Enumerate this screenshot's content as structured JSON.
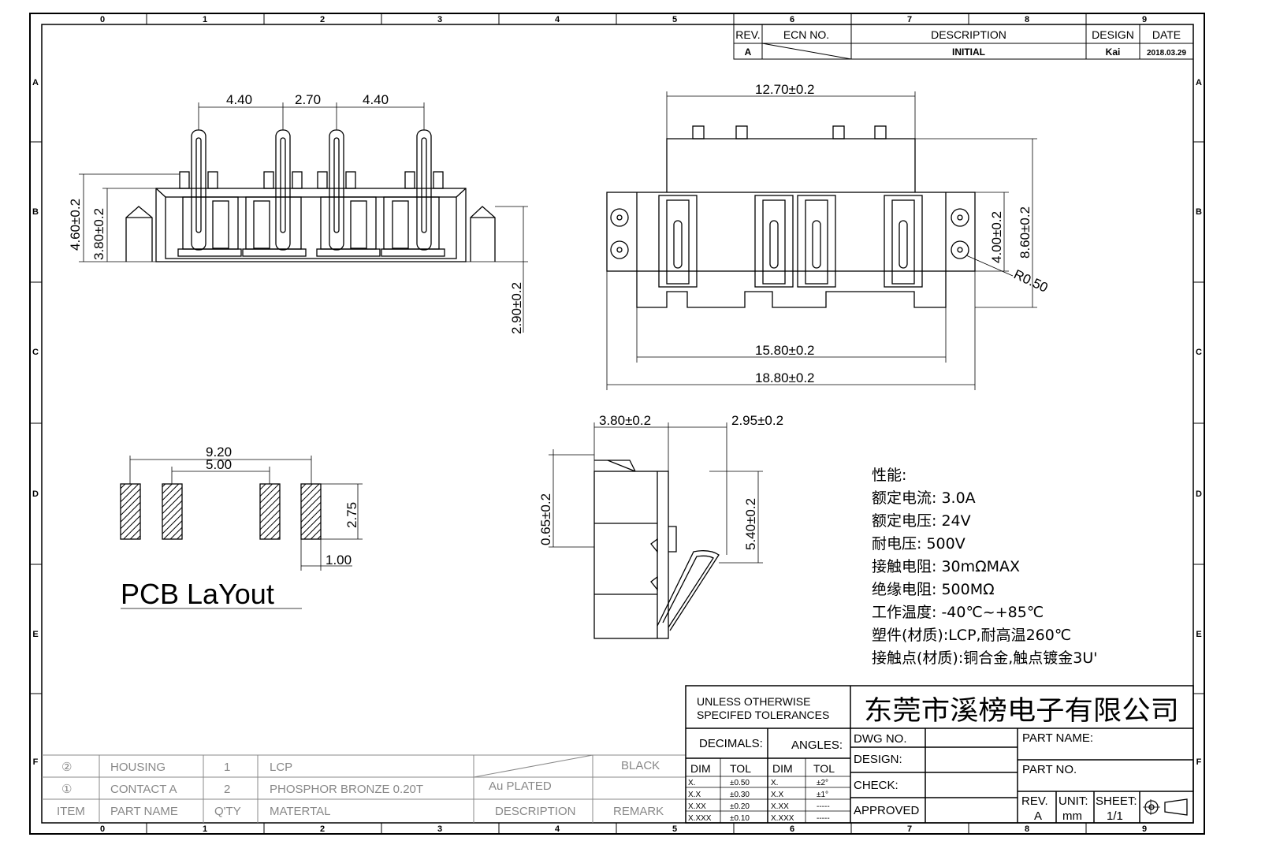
{
  "frame": {
    "top_zones": [
      "0",
      "1",
      "2",
      "3",
      "4",
      "5",
      "6",
      "7",
      "8",
      "9"
    ],
    "bottom_zones": [
      "0",
      "1",
      "2",
      "3",
      "4",
      "5",
      "6",
      "7",
      "8",
      "9"
    ],
    "side_zones": [
      "A",
      "B",
      "C",
      "D",
      "E",
      "F"
    ]
  },
  "revision_table": {
    "headers": {
      "rev": "REV.",
      "ecn": "ECN NO.",
      "description": "DESCRIPTION",
      "design": "DESIGN",
      "date": "DATE"
    },
    "row": {
      "rev": "A",
      "description": "INITIAL",
      "design": "Kai",
      "date": "2018.03.29"
    }
  },
  "front_view": {
    "dims": {
      "d1": "4.40",
      "d2": "2.70",
      "d3": "4.40",
      "h1": "4.60±0.2",
      "h2": "3.80±0.2",
      "h3": "2.90±0.2"
    }
  },
  "top_view": {
    "dims": {
      "width_top": "12.70±0.2",
      "width_mid": "15.80±0.2",
      "width_full": "18.80±0.2",
      "h_inner": "4.00±0.2",
      "h_outer": "8.60±0.2",
      "radius": "R0.50"
    }
  },
  "side_view": {
    "dims": {
      "w1": "3.80±0.2",
      "w2": "2.95±0.2",
      "h1": "0.65±0.2",
      "h2": "5.40±0.2"
    }
  },
  "pcb_layout": {
    "title": "PCB LaYout",
    "dims": {
      "outer": "9.20",
      "inner": "5.00",
      "height": "2.75",
      "pad": "1.00"
    }
  },
  "specs": {
    "lines": [
      "性能:",
      "额定电流: 3.0A",
      "额定电压: 24V",
      "耐电压: 500V",
      "接触电阻: 30mΩMAX",
      "绝缘电阻: 500MΩ",
      "工作温度: -40℃~+85℃",
      "塑件(材质):LCP,耐高温260℃",
      "接触点(材质):铜合金,触点镀金3U'"
    ]
  },
  "bom": {
    "rows": [
      {
        "item": "②",
        "part": "HOUSING",
        "qty": "1",
        "material": "LCP",
        "description": "",
        "remark": "BLACK"
      },
      {
        "item": "①",
        "part": "CONTACT A",
        "qty": "2",
        "material": "PHOSPHOR BRONZE 0.20T",
        "description": "Au PLATED",
        "remark": ""
      }
    ],
    "header": {
      "item": "ITEM",
      "part": "PART NAME",
      "qty": "Q'TY",
      "material": "MATERTAL",
      "description": "DESCRIPTION",
      "remark": "REMARK"
    }
  },
  "title_block": {
    "tolerance_title_1": "UNLESS OTHERWISE",
    "tolerance_title_2": "SPECIFED TOLERANCES",
    "decimals": "DECIMALS:",
    "angles": "ANGLES:",
    "dim": "DIM",
    "tol": "TOL",
    "decimal_rows": [
      {
        "dim": "X.",
        "tol": "±0.50"
      },
      {
        "dim": "X.X",
        "tol": "±0.30"
      },
      {
        "dim": "X.XX",
        "tol": "±0.20"
      },
      {
        "dim": "X.XXX",
        "tol": "±0.10"
      }
    ],
    "angle_rows": [
      {
        "dim": "X.",
        "tol": "±2°"
      },
      {
        "dim": "X.X",
        "tol": "±1°"
      },
      {
        "dim": "X.XX",
        "tol": "-----"
      },
      {
        "dim": "X.XXX",
        "tol": "-----"
      }
    ],
    "company": "东莞市溪榜电子有限公司",
    "dwg_no": "DWG NO.",
    "design": "DESIGN:",
    "check": "CHECK:",
    "approved": "APPROVED",
    "part_name": "PART NAME:",
    "part_no": "PART NO.",
    "rev_label": "REV.",
    "rev": "A",
    "unit_label": "UNIT:",
    "unit": "mm",
    "sheet_label": "SHEET:",
    "sheet": "1/1"
  }
}
